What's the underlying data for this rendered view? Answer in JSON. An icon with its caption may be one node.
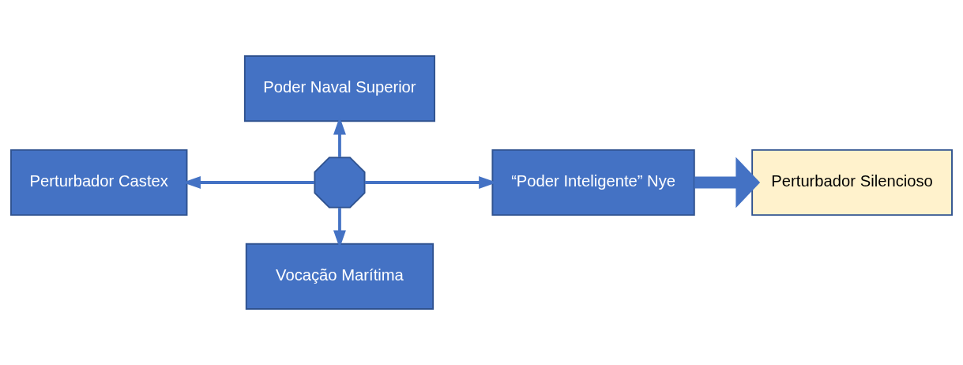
{
  "diagram": {
    "nodes": [
      {
        "text": [
          "Poder Naval Superior"
        ]
      },
      {
        "text": [
          "Perturbador Castex"
        ]
      },
      {
        "text": [],
        "shape": "cross"
      },
      {
        "text": [
          "“Poder Inteligente” Nye"
        ]
      },
      {
        "text": [
          "Vocação Marítima"
        ]
      },
      {
        "text": [
          "Perturbador Silencioso"
        ]
      }
    ],
    "edges": [
      {
        "from": 2,
        "to": 0,
        "arrow": "to"
      },
      {
        "from": 2,
        "to": 1,
        "arrow": "to"
      },
      {
        "from": 2,
        "to": 3,
        "arrow": "to"
      },
      {
        "from": 2,
        "to": 4,
        "arrow": "to"
      },
      {
        "from": 3,
        "to": 5,
        "arrow": "to",
        "style": "thick"
      }
    ]
  }
}
